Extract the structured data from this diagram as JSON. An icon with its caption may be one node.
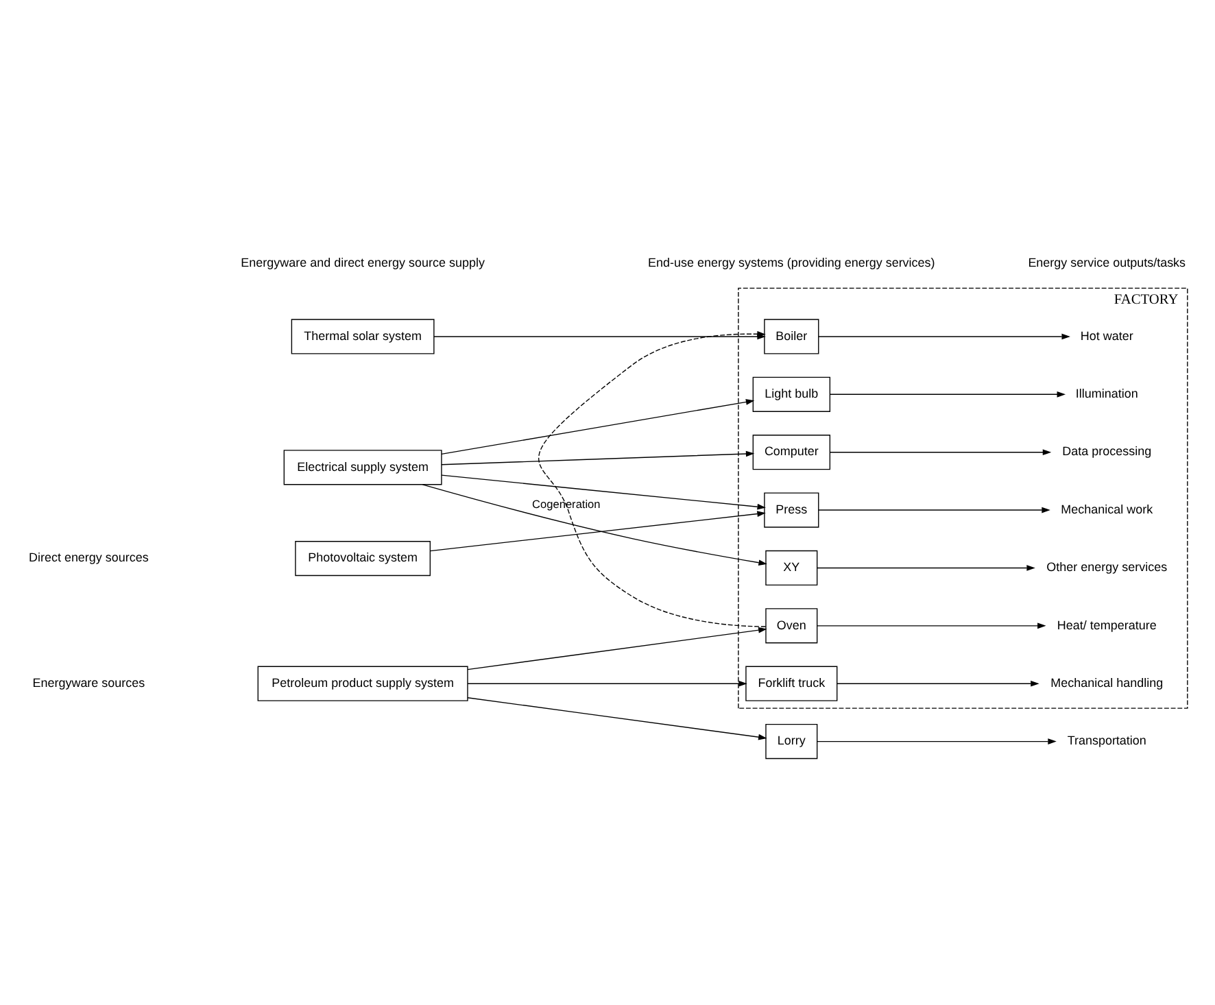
{
  "diagram": {
    "nodes": [
      {
        "text": [
          "Thermal solar system"
        ]
      },
      {
        "text": [
          "FACTORY"
        ]
      },
      {
        "text": [
          "Boiler"
        ],
        "in": 1
      },
      {
        "text": [
          "Hot water"
        ],
        "in": 1
      },
      {
        "text": [
          "Light bulb"
        ],
        "in": 1
      },
      {
        "text": [
          "Illumination"
        ],
        "in": 1
      },
      {
        "text": [
          "Photovoltaic system"
        ]
      },
      {
        "text": [
          "Press"
        ],
        "in": 1
      },
      {
        "text": [
          "Mechanical work"
        ],
        "in": 1
      },
      {
        "text": [
          "Computer"
        ],
        "in": 1
      },
      {
        "text": [
          "Data processing"
        ],
        "in": 1
      },
      {
        "text": [
          "Electrical supply system"
        ]
      },
      {
        "text": [
          "XY"
        ],
        "in": 1
      },
      {
        "text": [
          "Other energy services"
        ],
        "in": 1
      },
      {
        "text": [
          "Oven"
        ],
        "in": 1
      },
      {
        "text": [
          "Heat/ temperature"
        ],
        "in": 1
      },
      {
        "text": [
          "Petroleum product supply system"
        ]
      },
      {
        "text": [
          "Forklift truck"
        ],
        "in": 1
      },
      {
        "text": [
          "Mechanical handling"
        ],
        "in": 1
      },
      {
        "text": [
          "Lorry"
        ]
      },
      {
        "text": [
          "Transportation"
        ]
      }
    ],
    "edges": [
      {
        "from": 0,
        "to": 2,
        "arrow": "to"
      },
      {
        "from": 2,
        "to": 3,
        "arrow": "to"
      },
      {
        "from": 11,
        "to": 4,
        "arrow": "to"
      },
      {
        "from": 4,
        "to": 5,
        "arrow": "to"
      },
      {
        "from": 6,
        "to": 7,
        "arrow": "to"
      },
      {
        "from": 11,
        "to": 7,
        "arrow": "to"
      },
      {
        "from": 7,
        "to": 8,
        "arrow": "to"
      },
      {
        "from": 11,
        "to": 9,
        "arrow": "to"
      },
      {
        "from": 9,
        "to": 10,
        "arrow": "to"
      },
      {
        "from": 11,
        "to": 12,
        "arrow": "to"
      },
      {
        "from": 12,
        "to": 13,
        "arrow": "to"
      },
      {
        "from": 14,
        "to": 2,
        "arrow": "to",
        "label": "Cogeneration",
        "style": "dashed"
      },
      {
        "from": 16,
        "to": 14,
        "arrow": "to"
      },
      {
        "from": 14,
        "to": 15,
        "arrow": "to"
      },
      {
        "from": 16,
        "to": 17,
        "arrow": "to"
      },
      {
        "from": 17,
        "to": 18,
        "arrow": "to"
      },
      {
        "from": 16,
        "to": 19,
        "arrow": "to"
      },
      {
        "from": 19,
        "to": 20,
        "arrow": "to"
      }
    ],
    "labels": [
      "Energyware and direct energy source supply",
      "End-use energy systems (providing energy services)",
      "Energy service outputs/tasks",
      "Direct energy sources",
      "Energyware sources"
    ]
  }
}
